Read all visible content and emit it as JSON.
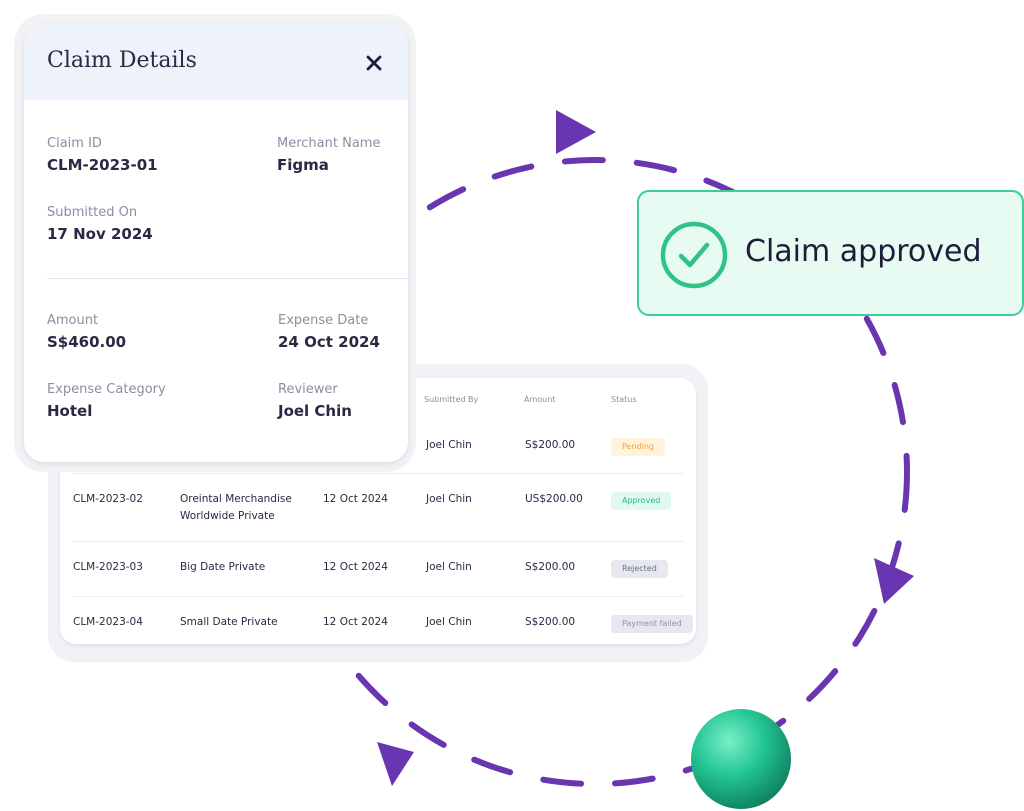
{
  "claim_details": {
    "title": "Claim Details",
    "fields": {
      "claim_id": {
        "label": "Claim ID",
        "value": "CLM-2023-01"
      },
      "merchant_name": {
        "label": "Merchant Name",
        "value": "Figma"
      },
      "submitted_on": {
        "label": "Submitted On",
        "value": "17 Nov 2024"
      },
      "amount": {
        "label": "Amount",
        "value": "S$460.00"
      },
      "expense_date": {
        "label": "Expense Date",
        "value": "24 Oct 2024"
      },
      "expense_category": {
        "label": "Expense Category",
        "value": "Hotel"
      },
      "reviewer": {
        "label": "Reviewer",
        "value": "Joel Chin"
      }
    }
  },
  "claims_table": {
    "columns": {
      "submitted_by": "Submitted By",
      "amount": "Amount",
      "status": "Status"
    },
    "rows": [
      {
        "claim_id": "",
        "merchant": "",
        "date": "",
        "submitted_by": "Joel Chin",
        "amount": "S$200.00",
        "status": "Pending"
      },
      {
        "claim_id": "CLM-2023-02",
        "merchant": "Oreintal Merchandise",
        "merchant_line2": "Worldwide Private",
        "date": "12 Oct 2024",
        "submitted_by": "Joel Chin",
        "amount": "US$200.00",
        "status": "Approved"
      },
      {
        "claim_id": "CLM-2023-03",
        "merchant": "Big Date Private",
        "date": "12 Oct 2024",
        "submitted_by": "Joel Chin",
        "amount": "S$200.00",
        "status": "Rejected"
      },
      {
        "claim_id": "CLM-2023-04",
        "merchant": "Small Date Private",
        "date": "12 Oct 2024",
        "submitted_by": "Joel Chin",
        "amount": "S$200.00",
        "status": "Payment failed"
      }
    ]
  },
  "notification": {
    "text": "Claim approved",
    "icon": "check-circle-icon"
  },
  "colors": {
    "accent_purple": "#6a35b0",
    "success_green": "#3ccf95",
    "pending": "#f1a23a",
    "approved": "#26b985"
  }
}
